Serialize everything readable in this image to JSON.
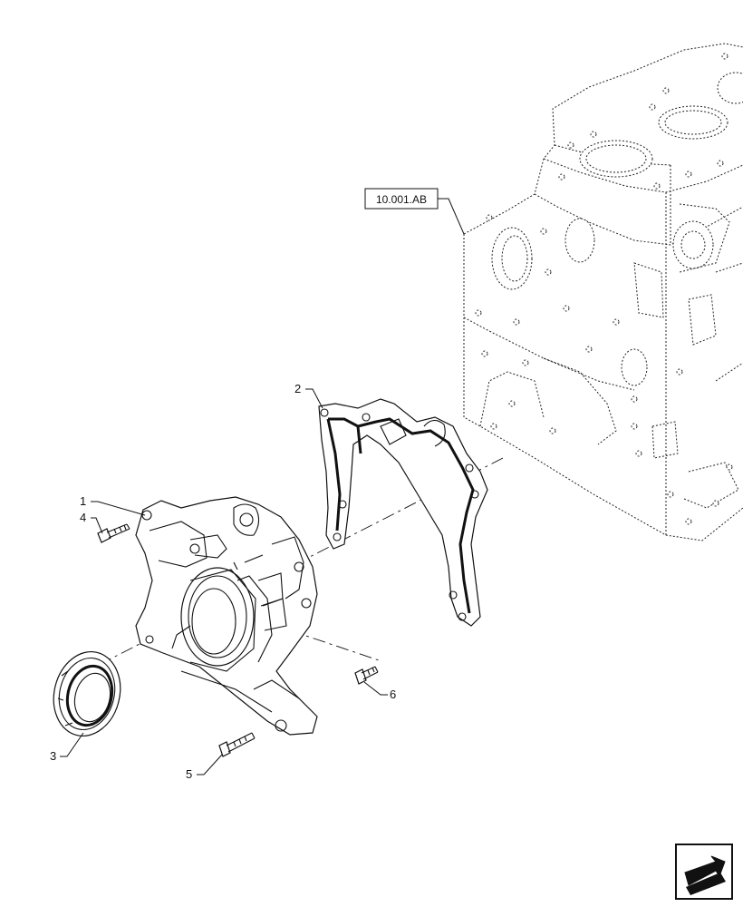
{
  "reference_label": "10.001.AB",
  "callouts": [
    {
      "id": "c1",
      "number": "1"
    },
    {
      "id": "c2",
      "number": "2"
    },
    {
      "id": "c3",
      "number": "3"
    },
    {
      "id": "c4",
      "number": "4"
    },
    {
      "id": "c5",
      "number": "5"
    },
    {
      "id": "c6",
      "number": "6"
    }
  ],
  "nav_icon": "next-page-arrow-icon"
}
